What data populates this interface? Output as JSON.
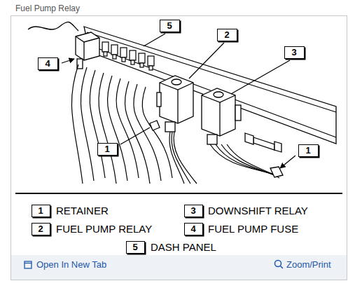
{
  "diagram": {
    "title": "Fuel Pump Relay",
    "nodes": [
      {
        "text": [
          "5"
        ]
      },
      {
        "text": [
          "2"
        ]
      },
      {
        "text": [
          "3"
        ]
      },
      {
        "text": [
          "4"
        ]
      },
      {
        "text": [
          "1"
        ]
      },
      {
        "text": [
          "1"
        ]
      },
      {
        "text": [
          "1"
        ]
      },
      {
        "text": [
          "3"
        ]
      },
      {
        "text": [
          "2"
        ]
      },
      {
        "text": [
          "4"
        ]
      },
      {
        "text": [
          "5"
        ]
      }
    ],
    "labels": [
      "RETAINER",
      "DOWNSHIFT RELAY",
      "FUEL PUMP RELAY",
      "FUEL PUMP FUSE",
      "DASH PANEL",
      "Open In New Tab",
      "Zoom/Print"
    ]
  }
}
